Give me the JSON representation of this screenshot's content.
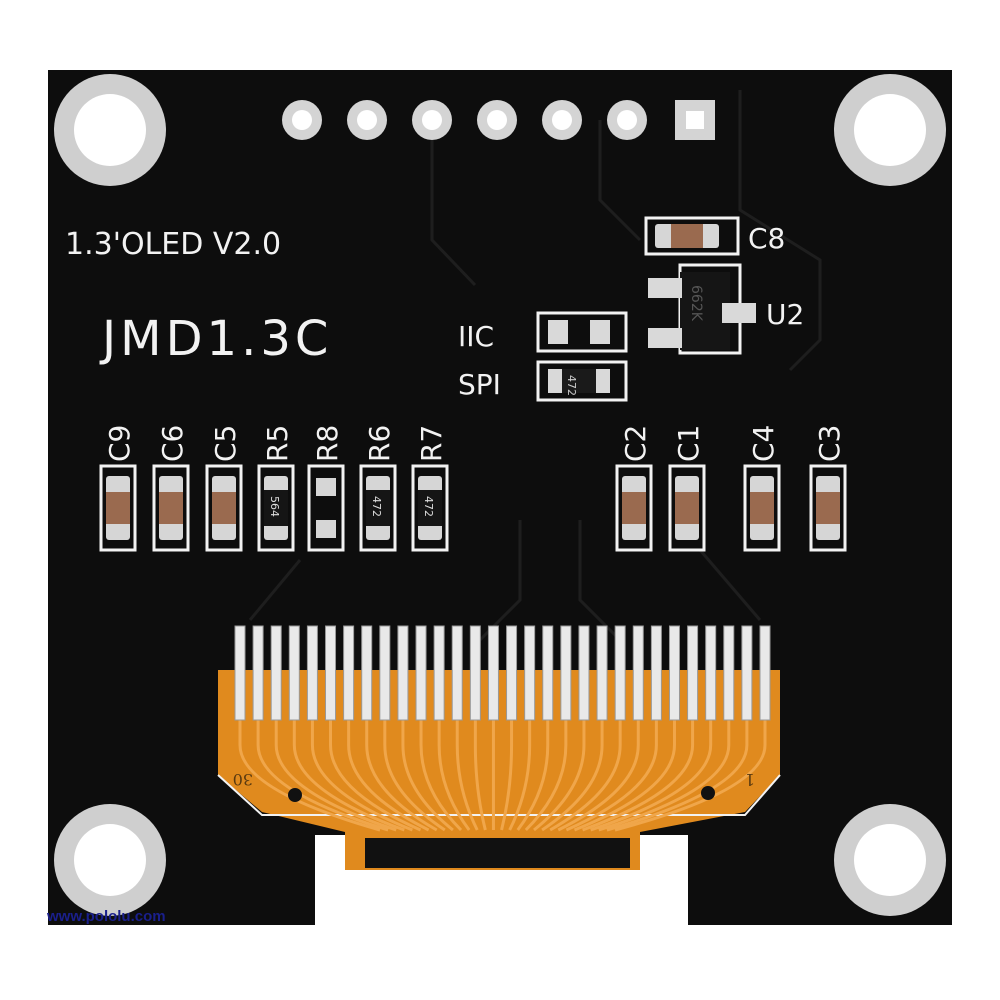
{
  "board": {
    "version_label": "1.3'OLED V2.0",
    "model_label": "JMD1.3C",
    "iic_label": "IIC",
    "spi_label": "SPI",
    "c8_label": "C8",
    "u2_label": "U2",
    "u2_marking": "662K",
    "spi_jumper_marking": "472",
    "left_components": [
      {
        "label": "C9",
        "type": "cap"
      },
      {
        "label": "C6",
        "type": "cap"
      },
      {
        "label": "C5",
        "type": "cap"
      },
      {
        "label": "R5",
        "type": "res",
        "marking": "564"
      },
      {
        "label": "R8",
        "type": "empty"
      },
      {
        "label": "R6",
        "type": "res",
        "marking": "472"
      },
      {
        "label": "R7",
        "type": "res",
        "marking": "472"
      }
    ],
    "right_components": [
      {
        "label": "C2",
        "type": "cap"
      },
      {
        "label": "C1",
        "type": "cap"
      },
      {
        "label": "C4",
        "type": "cap"
      },
      {
        "label": "C3",
        "type": "cap"
      }
    ],
    "flex_pin_first": "30",
    "flex_pin_last": "1",
    "colors": {
      "pcb": "#0d0d0d",
      "silkscreen": "#f2f2f2",
      "flex": "#e08a1e",
      "pad": "#d9d9d9"
    }
  },
  "watermark": "www.pololu.com"
}
